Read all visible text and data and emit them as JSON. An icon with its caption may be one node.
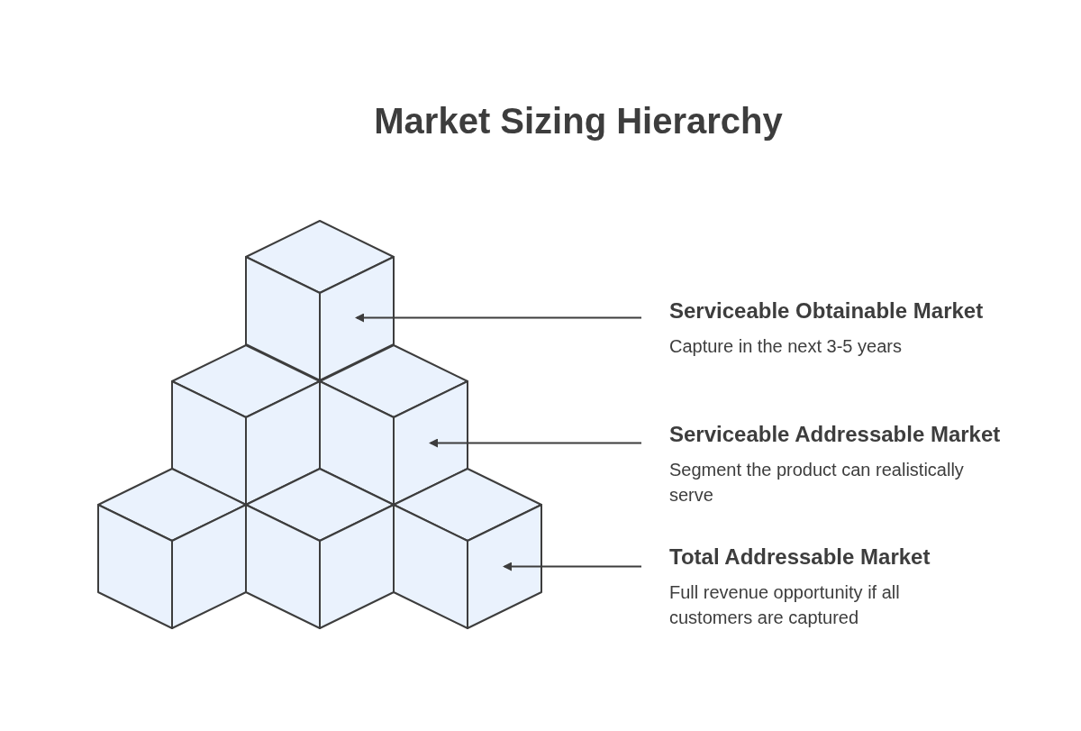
{
  "diagram": {
    "title": "Market Sizing Hierarchy",
    "nodes": [
      {
        "text": [],
        "shape": "cube"
      },
      {
        "text": [],
        "shape": "cube"
      },
      {
        "text": [],
        "shape": "cube"
      },
      {
        "text": [],
        "shape": "cube"
      },
      {
        "text": [],
        "shape": "cube"
      },
      {
        "text": [],
        "shape": "cube"
      },
      {
        "text": [
          "Serviceable Obtainable Market",
          "Capture in the next 3-5 years"
        ]
      },
      {
        "text": [
          "Serviceable Addressable Market",
          "Segment the product can realistically serve"
        ]
      },
      {
        "text": [
          "Total Addressable Market",
          "Full revenue opportunity if all customers are captured"
        ]
      }
    ],
    "edges": [
      {
        "from": 6,
        "to": 0,
        "arrow": "to"
      },
      {
        "from": 7,
        "to": 2,
        "arrow": "to"
      },
      {
        "from": 8,
        "to": 5,
        "arrow": "to"
      }
    ]
  }
}
